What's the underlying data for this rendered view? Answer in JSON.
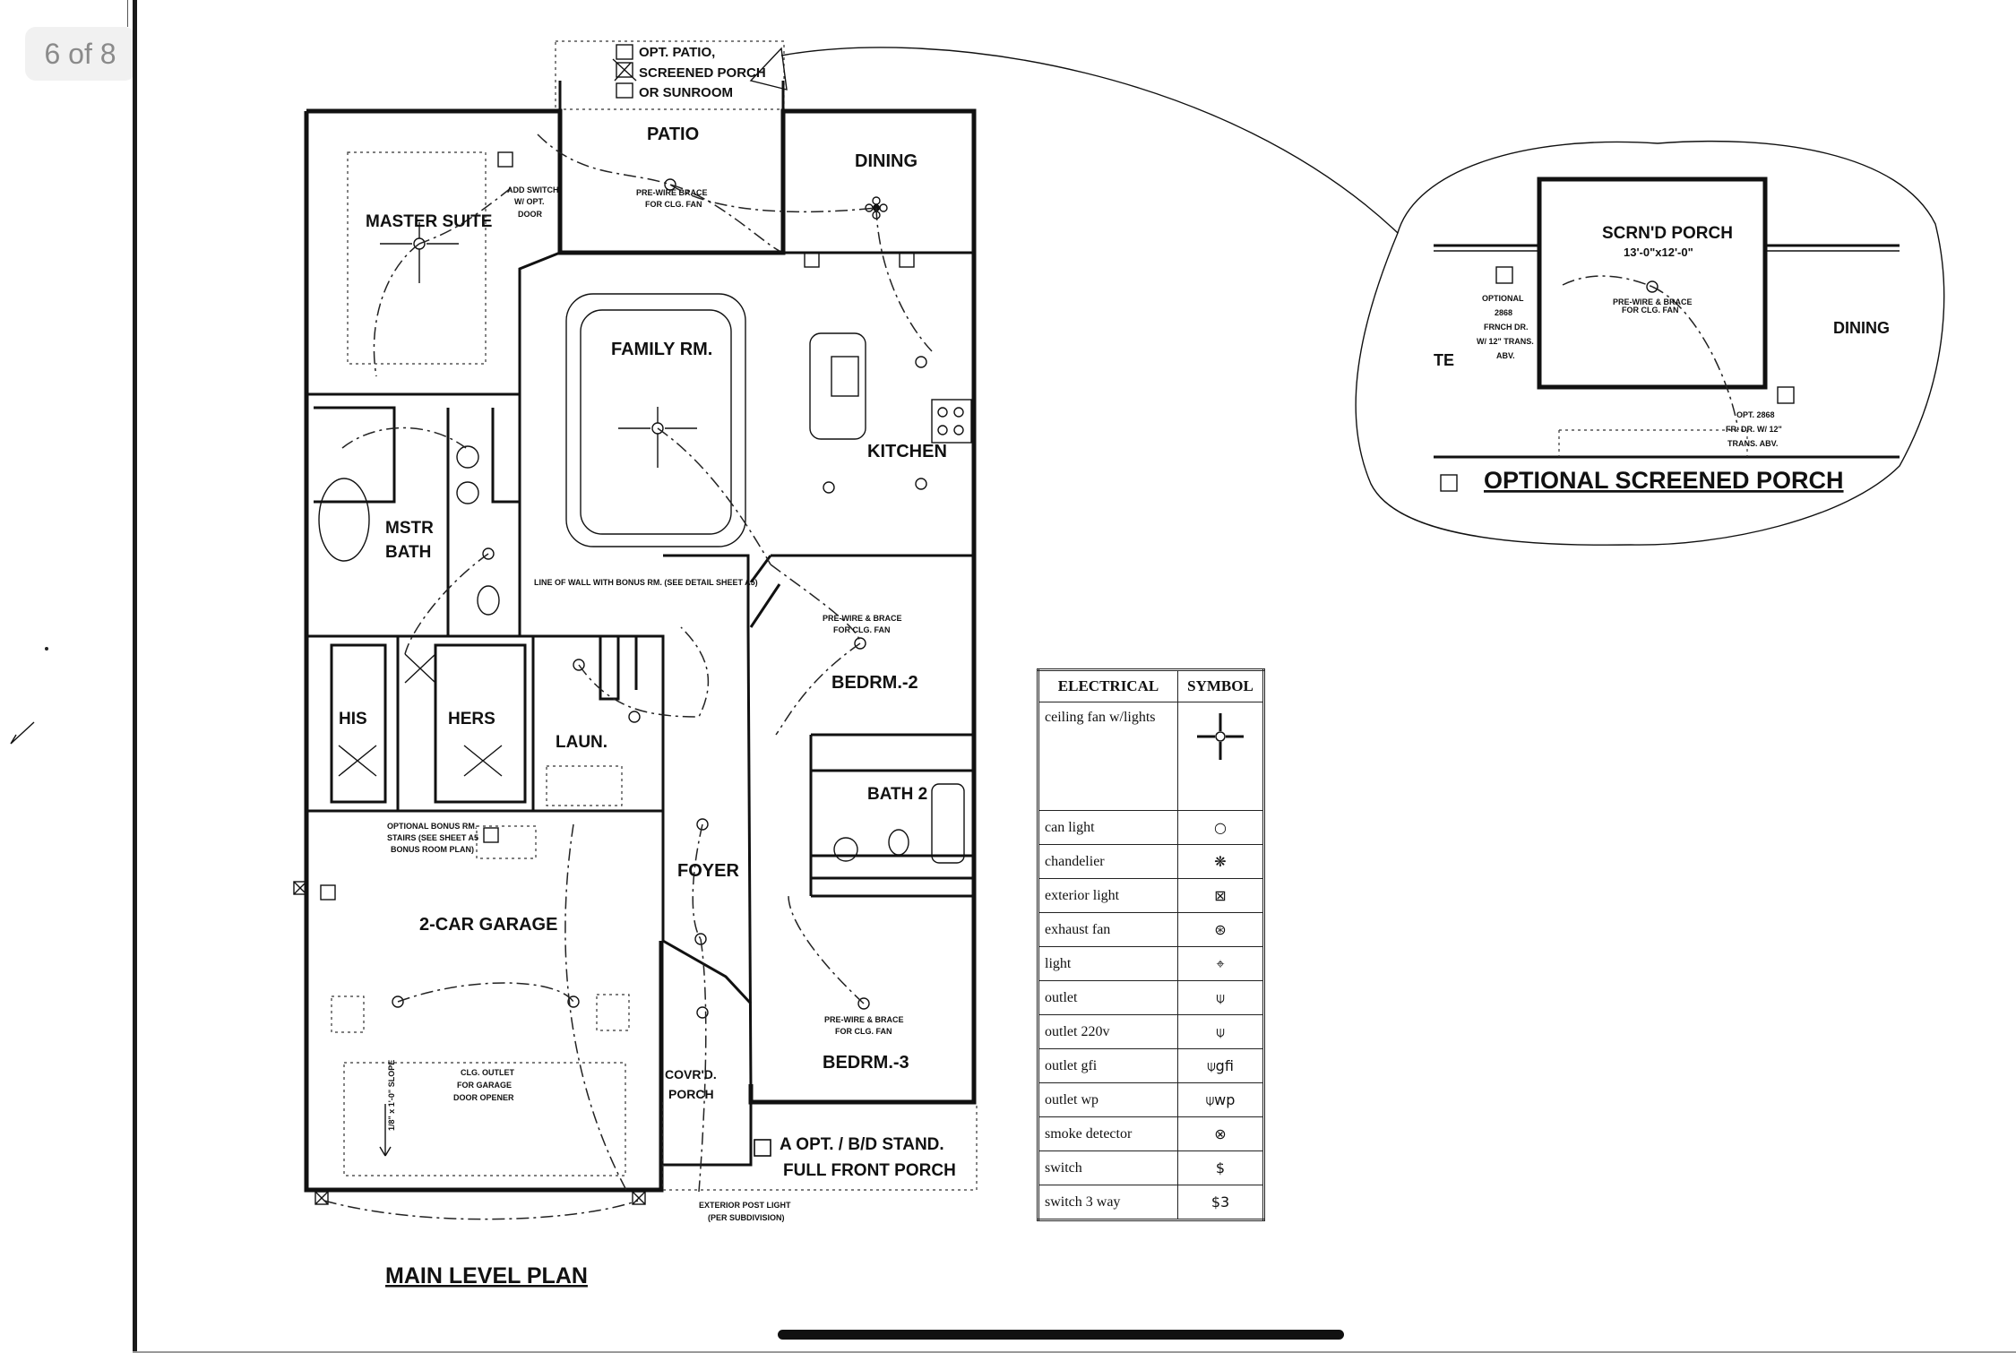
{
  "viewer": {
    "page_counter": "6 of 8"
  },
  "checkboxes": {
    "opt_patio": "OPT. PATIO,",
    "screened_porch": "SCREENED PORCH",
    "or_sunroom": "OR SUNROOM"
  },
  "rooms": {
    "patio": "PATIO",
    "dining": "DINING",
    "master_suite": "MASTER SUITE",
    "family_rm": "FAMILY RM.",
    "kitchen": "KITCHEN",
    "mstr": "MSTR",
    "bath": "BATH",
    "bedrm2": "BEDRM.-2",
    "bath2": "BATH 2",
    "his": "HIS",
    "hers": "HERS",
    "laun": "LAUN.",
    "foyer": "FOYER",
    "garage": "2-CAR GARAGE",
    "bedrm3": "BEDRM.-3",
    "covrd1": "COVR'D.",
    "covrd2": "PORCH"
  },
  "notes": {
    "add_switch_1": "ADD SWITCH",
    "add_switch_2": "W/ OPT.",
    "add_switch_3": "DOOR",
    "prewire_patio_1": "PRE-WIRE BRACE",
    "prewire_patio_2": "FOR CLG. FAN",
    "line_of_wall": "LINE OF WALL WITH BONUS RM. (SEE DETAIL SHEET A5)",
    "prewire_bed2_1": "PRE-WIRE & BRACE",
    "prewire_bed2_2": "FOR CLG. FAN",
    "bonus_1": "OPTIONAL BONUS RM.",
    "bonus_2": "STAIRS (SEE SHEET A5",
    "bonus_3": "BONUS ROOM PLAN)",
    "prewire_bed3_1": "PRE-WIRE & BRACE",
    "prewire_bed3_2": "FOR CLG. FAN",
    "clg_outlet_1": "CLG. OUTLET",
    "clg_outlet_2": "FOR GARAGE",
    "clg_outlet_3": "DOOR OPENER",
    "slope": "1/8\" x 1'-0\" SLOPE",
    "front_porch_1": "A OPT. / B/D STAND.",
    "front_porch_2": "FULL FRONT PORCH",
    "post_light_1": "EXTERIOR POST LIGHT",
    "post_light_2": "(PER SUBDIVISION)",
    "main_level": "MAIN LEVEL PLAN"
  },
  "detail": {
    "title": "SCRN'D PORCH",
    "size": "13'-0\"x12'-0\"",
    "prewire_1": "PRE-WIRE & BRACE",
    "prewire_2": "FOR CLG. FAN",
    "opt_left_1": "OPTIONAL",
    "opt_left_2": "2868",
    "opt_left_3": "FRNCH DR.",
    "opt_left_4": "W/ 12\" TRANS.",
    "opt_left_5": "ABV.",
    "dining": "DINING",
    "te": "TE",
    "opt_right_1": "OPT. 2868",
    "opt_right_2": "FR. DR. W/ 12\"",
    "opt_right_3": "TRANS. ABV.",
    "caption": "OPTIONAL SCREENED PORCH"
  },
  "legend": {
    "col_electrical": "ELECTRICAL",
    "col_symbol": "SYMBOL",
    "rows": [
      {
        "name": "ceiling fan w/lights",
        "symbol": "ceiling-fan-icon"
      },
      {
        "name": "can light",
        "symbol": "○"
      },
      {
        "name": "chandelier",
        "symbol": "❋"
      },
      {
        "name": "exterior light",
        "symbol": "⊠"
      },
      {
        "name": "exhaust fan",
        "symbol": "⊛"
      },
      {
        "name": "light",
        "symbol": "⌖"
      },
      {
        "name": "outlet",
        "symbol": "⍦"
      },
      {
        "name": "outlet 220v",
        "symbol": "⍦"
      },
      {
        "name": "outlet gfi",
        "symbol": "⍦gfi"
      },
      {
        "name": "outlet wp",
        "symbol": "⍦wp"
      },
      {
        "name": "smoke detector",
        "symbol": "⊗"
      },
      {
        "name": "switch",
        "symbol": "$"
      },
      {
        "name": "switch 3 way",
        "symbol": "$3"
      }
    ]
  }
}
